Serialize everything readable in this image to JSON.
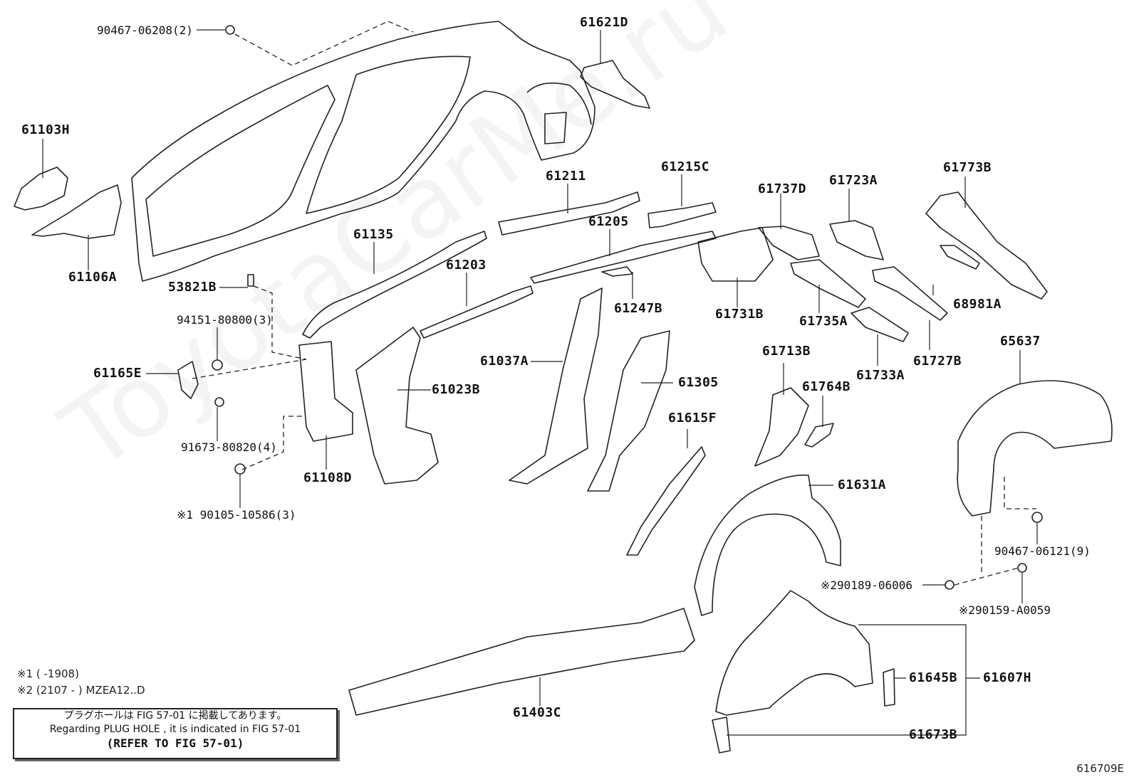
{
  "diagram": {
    "watermark": "ToyotaCarMe.ru",
    "figure_id": "616709E",
    "notes": {
      "note1": "※1 (       -1908)",
      "note2": "※2 (2107 -      ) MZEA12..D"
    },
    "notice": {
      "line_jp": "プラグホールは FIG 57-01 に掲載してあります。",
      "line_en": "Regarding PLUG HOLE , it is indicated in FIG 57-01",
      "line_ref": "(REFER TO FIG 57-01)"
    },
    "labels": {
      "p90467_06208": "90467-06208(2)",
      "p61621D": "61621D",
      "p61103H": "61103H",
      "p61106A": "61106A",
      "p61211": "61211",
      "p61215C": "61215C",
      "p61737D": "61737D",
      "p61723A": "61723A",
      "p61773B": "61773B",
      "p61135": "61135",
      "p61205": "61205",
      "p61203": "61203",
      "p53821B": "53821B",
      "p94151_80800": "94151-80800(3)",
      "p61165E": "61165E",
      "p91673_80820": "91673-80820(4)",
      "p61108D": "61108D",
      "p90105_10586": "※1 90105-10586(3)",
      "p61023B": "61023B",
      "p61037A": "61037A",
      "p61247B": "61247B",
      "p61731B": "61731B",
      "p61735A": "61735A",
      "p68981A": "68981A",
      "p61727B": "61727B",
      "p61733A": "61733A",
      "p61713B": "61713B",
      "p61764B": "61764B",
      "p61305": "61305",
      "p65637": "65637",
      "p61615F": "61615F",
      "p61631A": "61631A",
      "p90467_06121": "90467-06121(9)",
      "p290189_06006": "※290189-06006",
      "p290159_A0059": "※290159-A0059",
      "p61403C": "61403C",
      "p61645B": "61645B",
      "p61607H": "61607H",
      "p61673B": "61673B"
    }
  }
}
